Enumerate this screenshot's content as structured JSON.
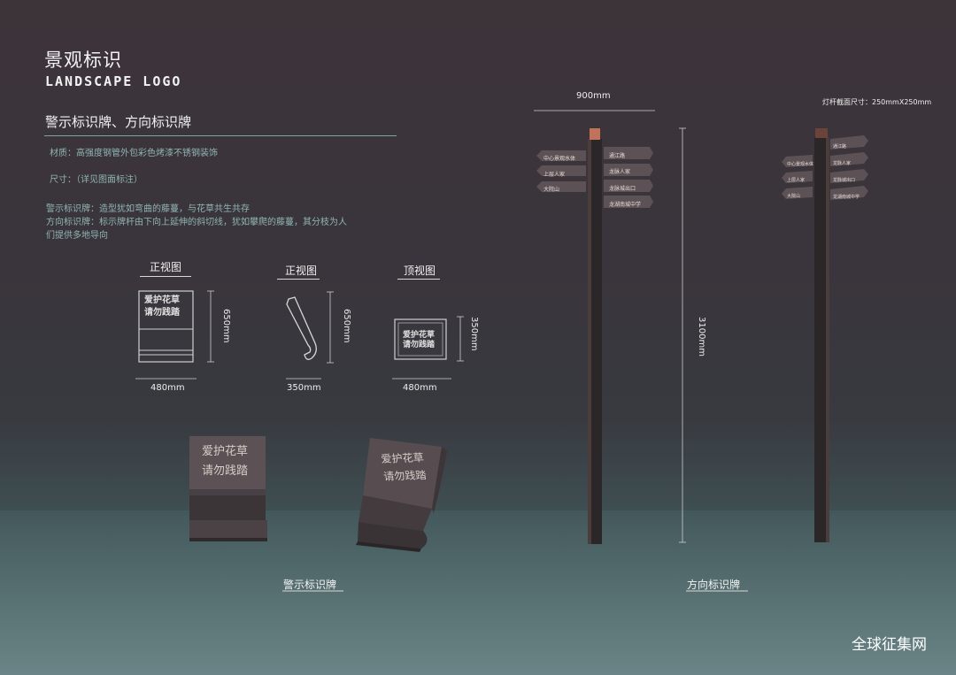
{
  "header": {
    "title_cn": "景观标识",
    "title_en": "LANDSCAPE LOGO"
  },
  "section": {
    "title": "警示标识牌、方向标识牌",
    "material": "材质：高强度钢管外包彩色烤漆不锈钢装饰",
    "size": "尺寸：（详见图面标注）",
    "warning_desc": "警示标识牌：造型犹如弯曲的藤蔓，与花草共生共存",
    "direction_desc_1": "方向标识牌：标示牌杆由下向上延伸的斜切线，犹如攀爬的藤蔓，其分枝为人",
    "direction_desc_2": "们提供多地导向"
  },
  "views": {
    "front": {
      "label": "正视图",
      "width": "480mm",
      "height": "650mm",
      "sign_line1": "爱护花草",
      "sign_line2": "请勿践踏"
    },
    "side": {
      "label": "正视图",
      "width": "350mm",
      "height": "650mm"
    },
    "top": {
      "label": "顶视图",
      "width": "480mm",
      "height": "350mm",
      "sign_line1": "爱护花草",
      "sign_line2": "请勿践踏"
    }
  },
  "render_warning": {
    "sign_line1": "爱护花草",
    "sign_line2": "请勿践踏",
    "label": "警示标识牌"
  },
  "direction_post": {
    "width_dim": "900mm",
    "height_dim": "3100mm",
    "section_note": "灯杆截面尺寸：250mmX250mm",
    "label": "方向标识牌",
    "left_signs": [
      "中心景观水体",
      "上层人家",
      "大院山"
    ],
    "right_signs": [
      "通江路",
      "龙脉人家",
      "龙脉城出口",
      "龙湖南城中学"
    ]
  },
  "watermark": "全球征集网",
  "colors": {
    "accent_line": "#7aa5a3",
    "description_text": "#8fb5b3",
    "sign_face": "#5c5154",
    "sign_text": "#e8dcd8",
    "post_body": "#2b2628"
  }
}
